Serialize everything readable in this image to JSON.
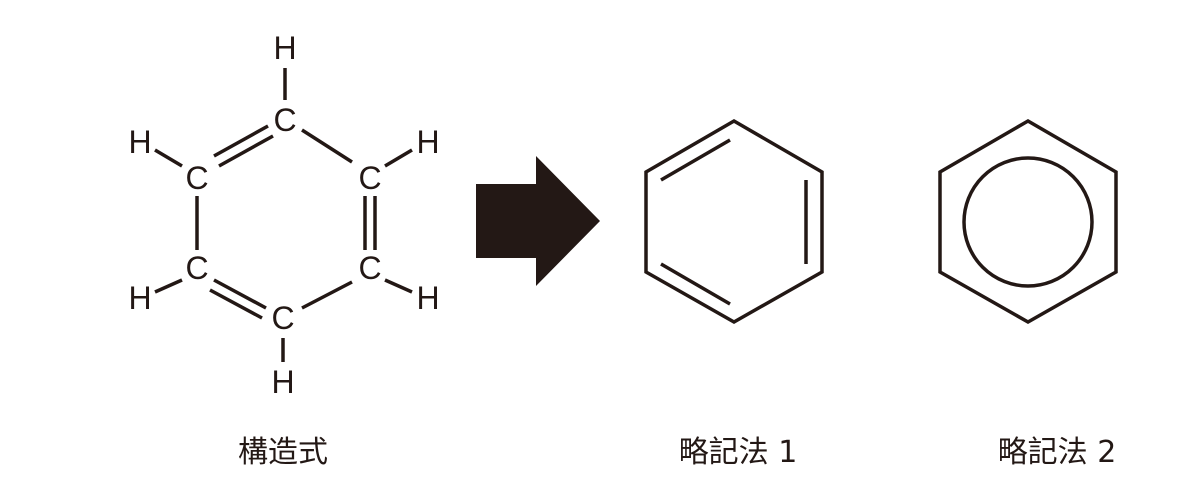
{
  "structural_formula": {
    "carbon_symbol": "C",
    "hydrogen_symbol": "H",
    "label": "構造式"
  },
  "abbreviation_1": {
    "label": "略記法 1"
  },
  "abbreviation_2": {
    "label": "略記法 2"
  },
  "colors": {
    "ink": "#231815",
    "background": "#ffffff"
  }
}
